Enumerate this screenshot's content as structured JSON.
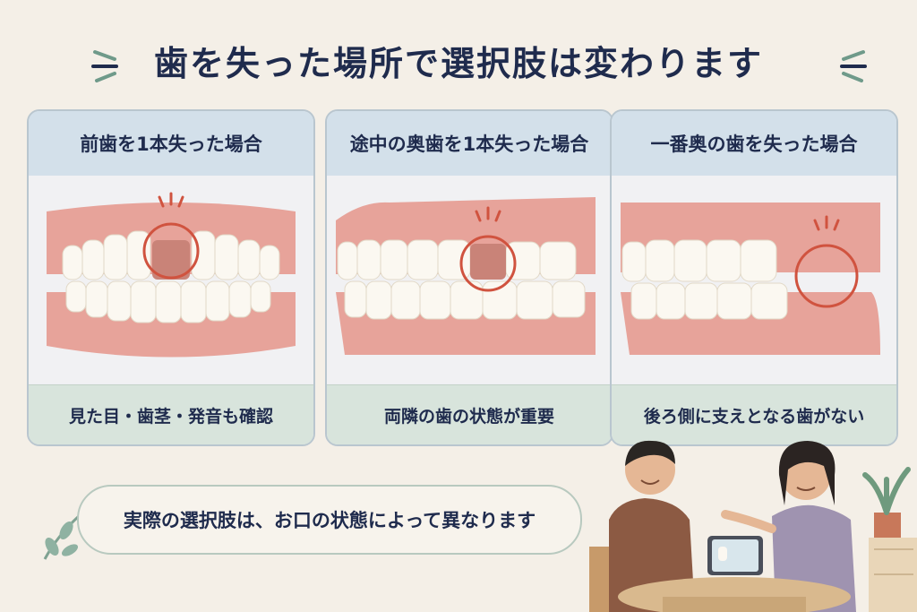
{
  "title": "歯を失った場所で選択肢は変わります",
  "cards": [
    {
      "heading": "前歯を1本失った場合",
      "caption": "見た目・歯茎・発音も確認"
    },
    {
      "heading": "途中の奥歯を1本失った場合",
      "caption": "両隣の歯の状態が重要"
    },
    {
      "heading": "一番奥の歯を失った場合",
      "caption": "後ろ側に支えとなる歯がない"
    }
  ],
  "note": "実際の選択肢は、お口の状態によって異なります",
  "colors": {
    "navy": "#1f2b4d",
    "highlight": "#d0533f",
    "gum": "#e7a39a",
    "tooth": "#fbf8f1"
  }
}
